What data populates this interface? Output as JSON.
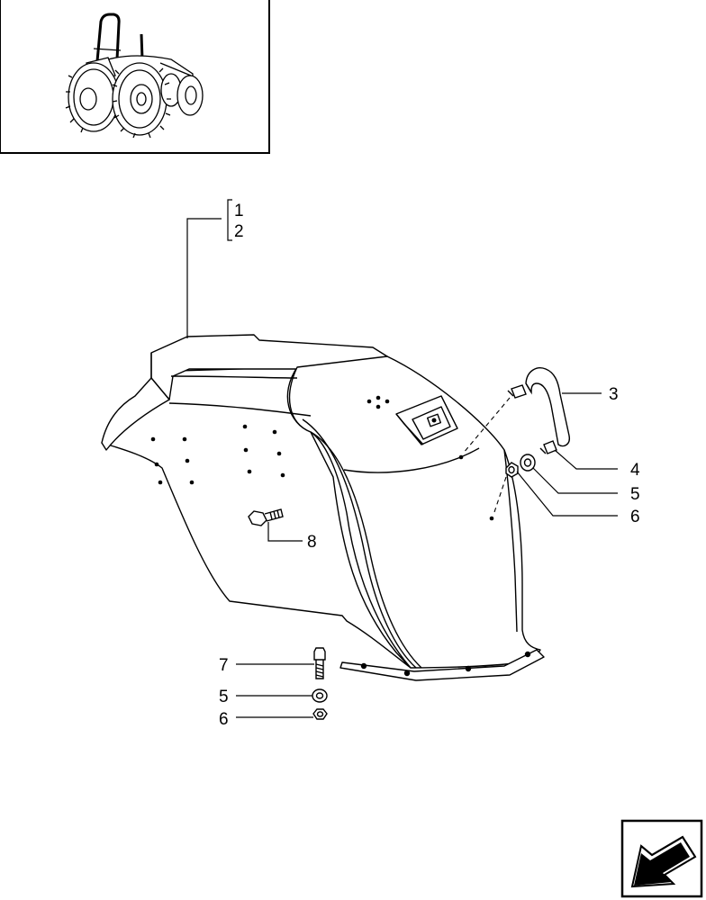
{
  "diagram": {
    "callouts": {
      "c1": "1",
      "c2": "2",
      "c3": "3",
      "c4": "4",
      "c5a": "5",
      "c6a": "6",
      "c7": "7",
      "c5b": "5",
      "c6b": "6",
      "c8": "8"
    },
    "icons": {
      "thumbnail": "tractor-thumbnail-icon",
      "navigation": "next-page-arrow-icon"
    },
    "colors": {
      "line": "#000000",
      "background": "#ffffff"
    }
  }
}
